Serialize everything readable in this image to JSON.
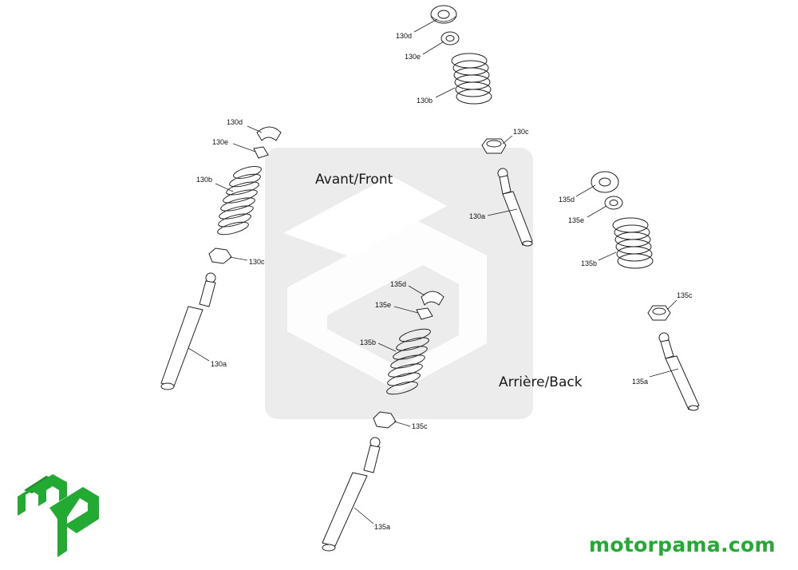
{
  "diagram": {
    "section_front": "Avant/Front",
    "section_back": "Arrière/Back",
    "callouts": {
      "top_130d": "130d",
      "top_130e": "130e",
      "top_130b": "130b",
      "top_130c": "130c",
      "top_130a": "130a",
      "left_130d": "130d",
      "left_130e": "130e",
      "left_130b": "130b",
      "left_130c": "130c",
      "left_130a": "130a",
      "mid_135d": "135d",
      "mid_135e": "135e",
      "mid_135b": "135b",
      "mid_135c": "135c",
      "mid_135a": "135a",
      "right_135d": "135d",
      "right_135e": "135e",
      "right_135b": "135b",
      "right_135c": "135c",
      "right_135a": "135a"
    }
  },
  "branding": {
    "website": "motorpama.com",
    "logo_color": "#22aa33",
    "watermark_color": "#ececec"
  }
}
